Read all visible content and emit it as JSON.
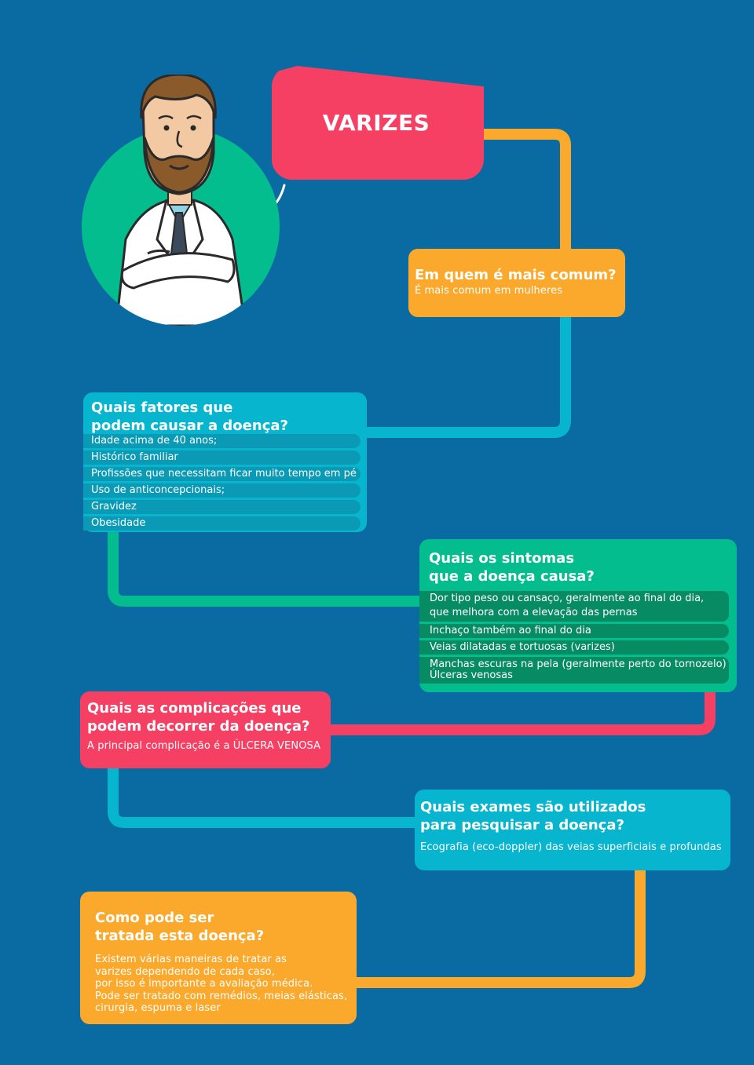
{
  "title": "VARIZES",
  "colors": {
    "background": "#0a6ba3",
    "pink": "#f53f63",
    "orange": "#fba92c",
    "cyan": "#08b5cf",
    "green": "#04bd8f",
    "dark_cyan_row": "#0a9ab5",
    "dark_green_row": "#078b63"
  },
  "icons": [
    "doctor-avatar-icon"
  ],
  "cards": {
    "common": {
      "heading": "Em quem é mais comum?",
      "text": "É mais comum em mulheres"
    },
    "factors": {
      "heading": "Quais fatores que\npodem causar a doença?",
      "items": [
        "Idade acima de 40 anos;",
        "Histórico familiar",
        "Profissões que necessitam ficar muito tempo em pé",
        "Uso de anticoncepcionais;",
        "Gravidez",
        "Obesidade"
      ]
    },
    "symptoms": {
      "heading": "Quais os sintomas\nque a doença causa?",
      "items": [
        "Dor tipo peso ou cansaço, geralmente ao final do dia,\nque melhora com a elevação das pernas",
        "Inchaço também ao final do dia",
        "Veias dilatadas e tortuosas (varizes)",
        "Manchas escuras na pela (geralmente perto do tornozelo)\nÚlceras venosas"
      ]
    },
    "complications": {
      "heading": "Quais as complicações que\npodem decorrer da doença?",
      "text": "A principal complicação é a ÚLCERA VENOSA"
    },
    "exams": {
      "heading": "Quais exames são utilizados\npara pesquisar a doença?",
      "text": "Ecografia (eco-doppler) das veias superficiais e profundas"
    },
    "treatment": {
      "heading": "Como pode ser\ntratada esta doença?",
      "text": "Existem várias maneiras de tratar as\nvarizes dependendo de cada caso,\npor isso é importante a avaliação médica.\nPode ser tratado com remédios, meias elásticas,\ncirurgia, espuma e laser"
    }
  }
}
